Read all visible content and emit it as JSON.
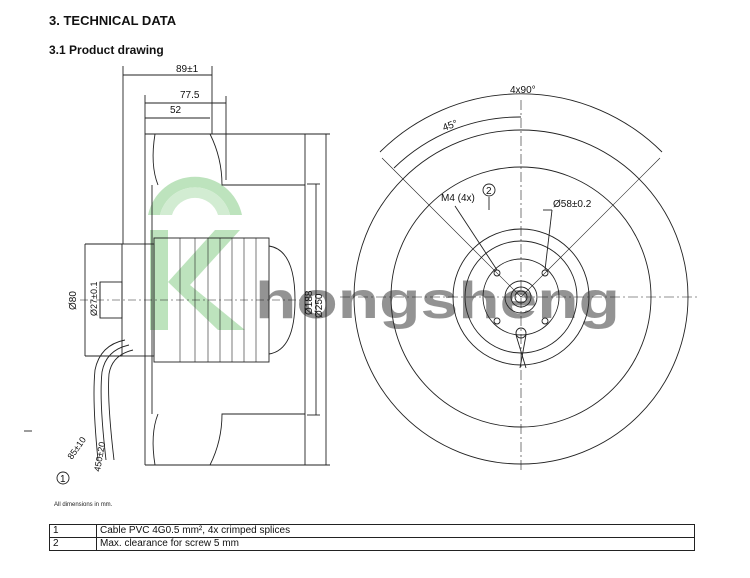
{
  "headings": {
    "section": "3. TECHNICAL DATA",
    "subsection": "3.1 Product drawing"
  },
  "drawing": {
    "dim_89": "89±1",
    "dim_77_5": "77.5",
    "dim_52": "52",
    "dim_80": "Ø80",
    "dim_27": "Ø27±0.1",
    "dim_188": "Ø188",
    "dim_250": "Ø250",
    "dim_85": "85±10",
    "dim_450": "450±20",
    "callout_1": "1",
    "callout_2": "2",
    "dim_4x90": "4x90°",
    "dim_45": "45°",
    "label_m4": "M4 (4x)",
    "dim_58": "Ø58±0.2",
    "watermark": "hongsheng"
  },
  "footer_note": "All dimensions in mm.",
  "notes": [
    {
      "num": "1",
      "text": "Cable PVC 4G0.5 mm², 4x crimped splices"
    },
    {
      "num": "2",
      "text": "Max. clearance for screw 5 mm"
    }
  ],
  "colors": {
    "line": "#222222",
    "watermark": "#7ec87e"
  }
}
